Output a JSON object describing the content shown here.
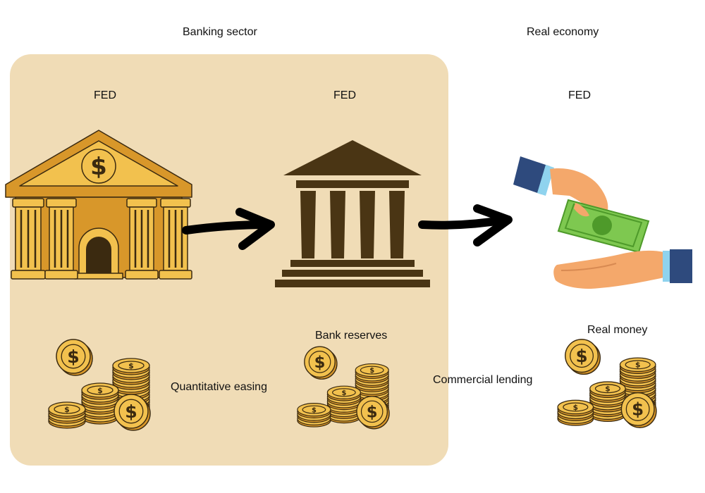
{
  "colors": {
    "panel": "#f0dcb6",
    "gold_light": "#f2c14e",
    "gold_dark": "#d8972a",
    "outline": "#3b2a10",
    "pillar_brown": "#4a3514",
    "arrow": "#000000",
    "bill_green": "#7ec850",
    "skin": "#f4a86b",
    "sleeve": "#2e4a7d",
    "cuff": "#8fd3ee"
  },
  "headers": {
    "banking_sector": "Banking sector",
    "real_economy": "Real economy"
  },
  "columns": [
    {
      "title": "FED",
      "icon": "fed-bank-dollar-icon"
    },
    {
      "title": "FED",
      "icon": "bank-pillars-icon"
    },
    {
      "title": "FED",
      "icon": "hands-money-exchange-icon"
    }
  ],
  "labels": {
    "quantitative_easing": "Quantitative easing",
    "bank_reserves": "Bank reserves",
    "commercial_lending": "Commercial lending",
    "real_money": "Real money"
  },
  "icons": {
    "coins": "coin-stacks-icon",
    "arrow": "right-arrow-icon"
  }
}
